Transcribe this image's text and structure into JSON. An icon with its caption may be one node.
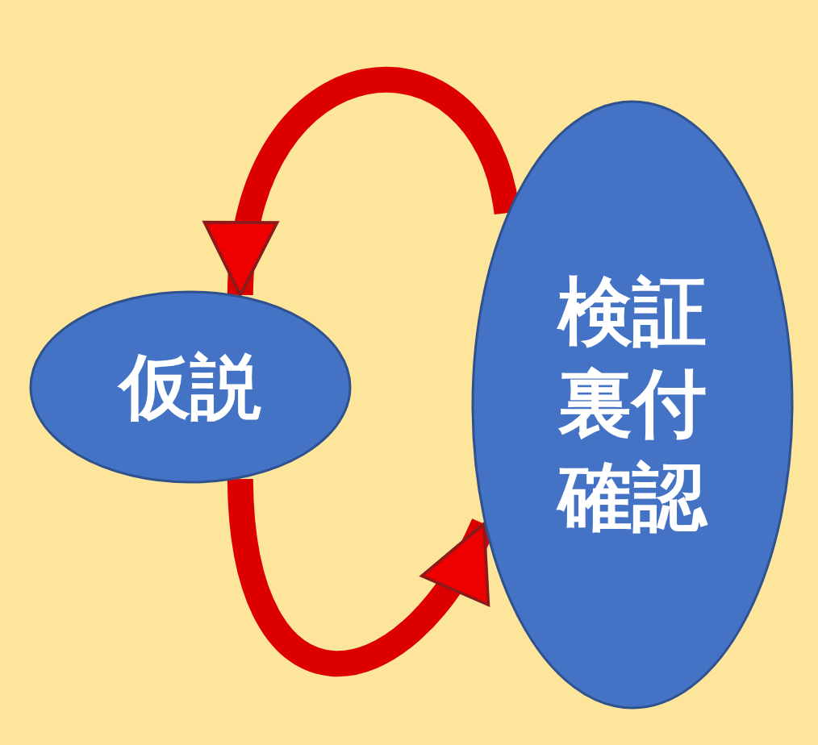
{
  "diagram": {
    "nodes": [
      {
        "text": [
          "仮説"
        ]
      },
      {
        "text": [
          "検証裏付確認"
        ]
      }
    ],
    "edges": [
      {
        "from": 1,
        "to": 0,
        "arrow": "to"
      },
      {
        "from": 0,
        "to": 1,
        "arrow": "to"
      }
    ]
  }
}
